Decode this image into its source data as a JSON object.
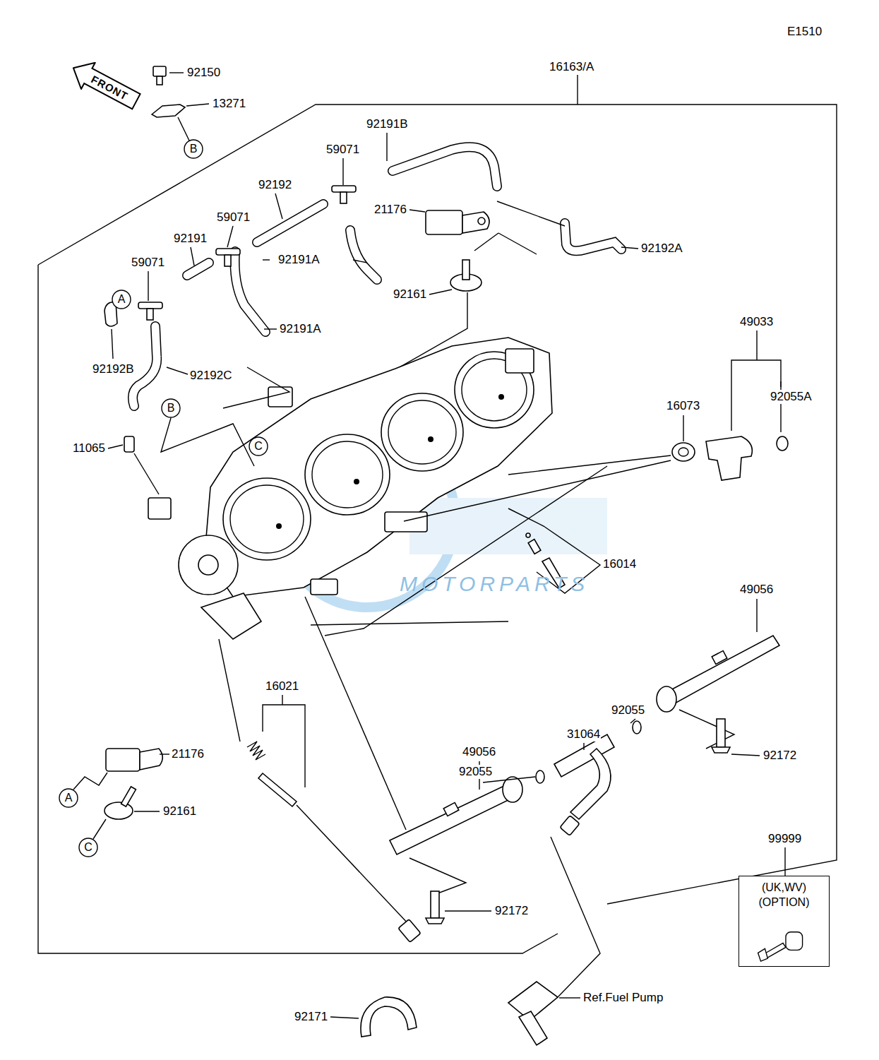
{
  "diagram": {
    "nodes": [
      {
        "text": [
          "FRONT"
        ]
      },
      {
        "text": [
          "B"
        ]
      },
      {
        "text": [
          "A"
        ]
      },
      {
        "text": [
          "B"
        ]
      },
      {
        "text": [
          "C"
        ]
      },
      {
        "text": [
          "A"
        ]
      },
      {
        "text": [
          "C"
        ]
      },
      {
        "text": [
          "(UK,WV)",
          "(OPTION)"
        ]
      }
    ],
    "labels": [
      "E1510",
      "16163/A",
      "92150",
      "13271",
      "92191B",
      "59071",
      "92192",
      "21176",
      "59071",
      "92191",
      "92191A",
      "92192A",
      "59071",
      "92161",
      "92192B",
      "92191A",
      "92192C",
      "49033",
      "92055A",
      "16073",
      "11065",
      "16014",
      "49056",
      "16021",
      "92055",
      "31064",
      "92055",
      "21176",
      "49056",
      "92161",
      "92172",
      "92172",
      "99999",
      "Ref.Fuel Pump",
      "92171",
      "MOTORPARTS"
    ]
  }
}
